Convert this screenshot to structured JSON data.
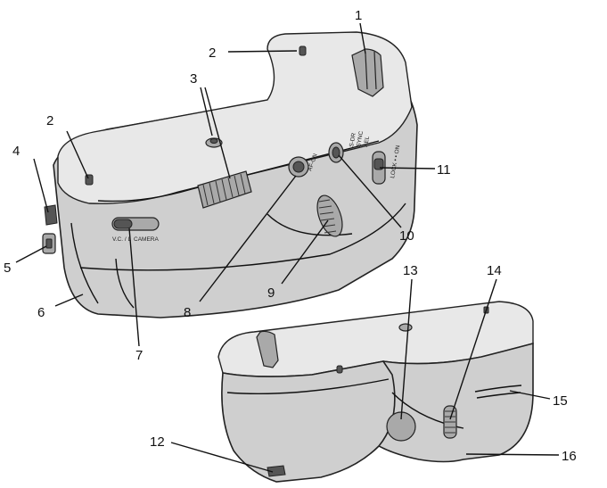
{
  "callouts": [
    "1",
    "2",
    "3",
    "2",
    "4",
    "5",
    "6",
    "7",
    "8",
    "9",
    "10",
    "11",
    "12",
    "13",
    "14",
    "15",
    "16"
  ],
  "button_labels": {
    "sync_lines": [
      "S-DR",
      "SYNC",
      "AEL"
    ],
    "lock_switch": "LOCK • • ON",
    "af_button": "AF-ON",
    "mode_switch_left": "V.C. / L",
    "mode_switch_right": "CAMERA"
  }
}
